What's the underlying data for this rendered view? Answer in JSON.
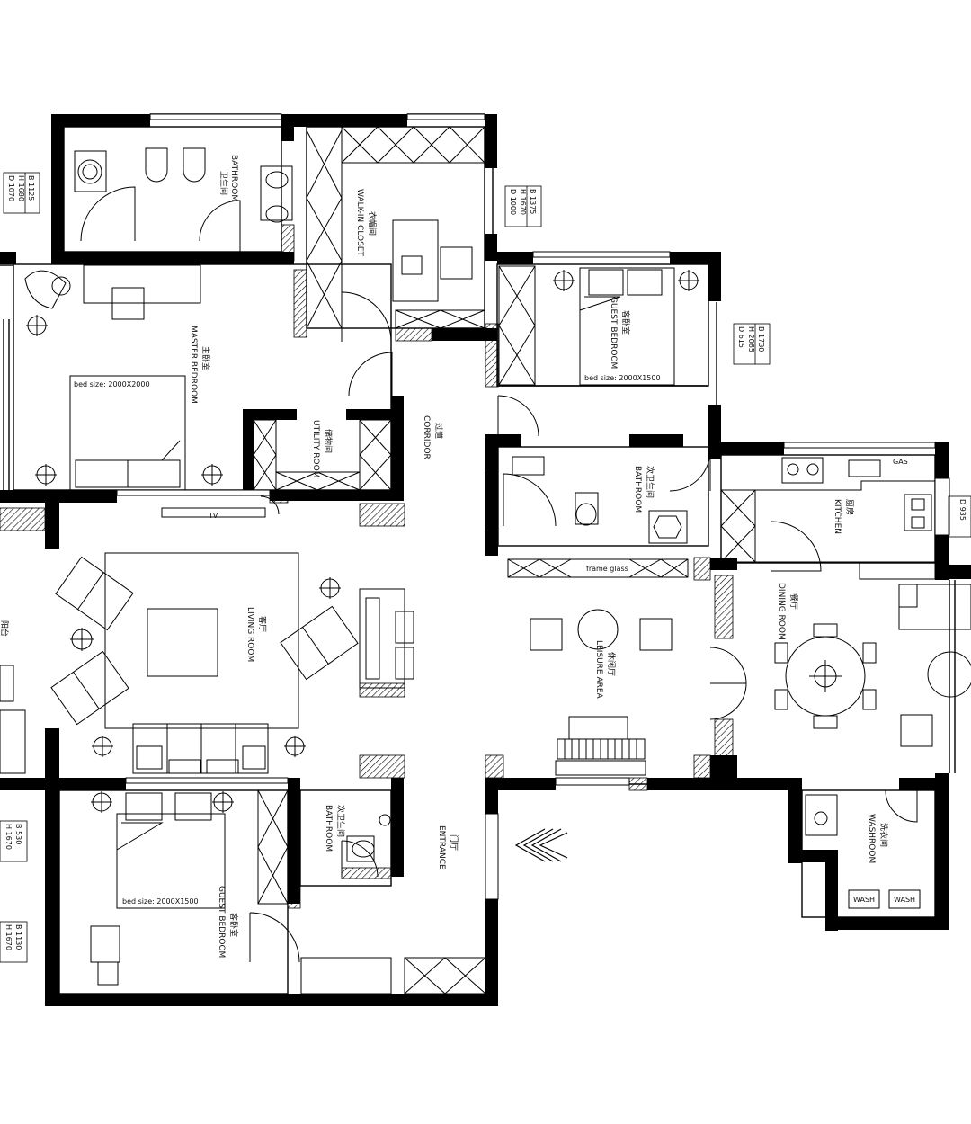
{
  "rooms": {
    "bathroom_top": {
      "cn": "卫生间",
      "en": "BATHROOM"
    },
    "walkin_top": {
      "cn": "衣帽间",
      "en": "WALK-IN CLOSET"
    },
    "master": {
      "cn": "主卧室",
      "en": "MASTER BEDROOM",
      "bed": "bed size: 2000X2000"
    },
    "study": {
      "cn": "储物间",
      "en": "UTILITY ROOM"
    },
    "corridor": {
      "cn": "过道",
      "en": "CORRIDOR"
    },
    "guest_top": {
      "cn": "客卧室",
      "en": "GUEST BEDROOM",
      "bed": "bed size: 2000X1500"
    },
    "bath_mid": {
      "cn": "次卫生间",
      "en": "BATHROOM"
    },
    "kitchen": {
      "cn": "厨房",
      "en": "KITCHEN",
      "gas": "GAS"
    },
    "living": {
      "cn": "客厅",
      "en": "LIVING ROOM"
    },
    "tv": "TV",
    "glass": "frame glass",
    "leisure": {
      "cn": "休闲厅",
      "en": "LEISURE AREA"
    },
    "dining": {
      "cn": "餐厅",
      "en": "DINING ROOM"
    },
    "balcony": "阳台",
    "bath_bot": {
      "cn": "次卫生间",
      "en": "BATHROOM"
    },
    "entrance": {
      "cn": "门厅",
      "en": "ENTRANCE"
    },
    "guest_bot": {
      "cn": "客卧室",
      "en": "GUEST BEDROOM",
      "bed": "bed size: 2000X1500"
    },
    "laundry": {
      "cn": "洗衣间",
      "en": "WASHROOM",
      "wash1": "WASH",
      "wash2": "WASH"
    }
  },
  "dims": {
    "d1": {
      "b": "B  1125",
      "h": "H  1680",
      "d": "D  1070"
    },
    "d2": {
      "b": "B  1375",
      "h": "H  1670",
      "d": "D  1000"
    },
    "d3": {
      "b": "B  1730",
      "h": "H  2065",
      "d": "D  615"
    },
    "d4": {
      "d": "D  935"
    },
    "d5": {
      "b": "B  530",
      "h": "H  1670"
    },
    "d6": {
      "b": "B  1130",
      "h": "H  1670"
    }
  }
}
